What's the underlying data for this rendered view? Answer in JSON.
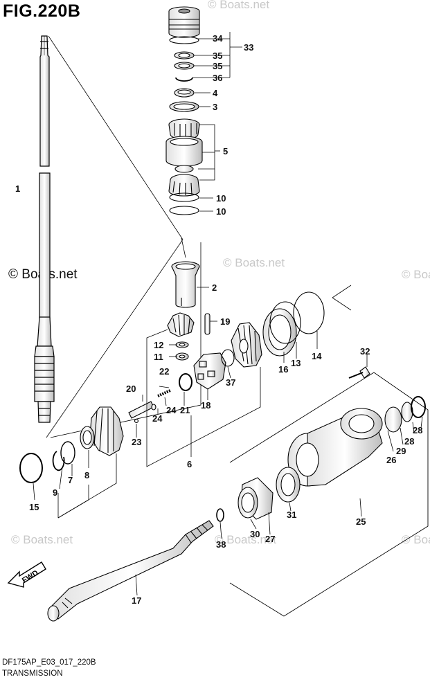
{
  "figure": {
    "title": "FIG.220B",
    "code": "DF175AP_E03_017_220B",
    "name": "TRANSMISSION",
    "direction_label": "FWD"
  },
  "watermark": {
    "text": "© Boats.net",
    "faded_text": "© Boats.net"
  },
  "callouts": [
    "1",
    "2",
    "3",
    "4",
    "5",
    "6",
    "7",
    "8",
    "9",
    "10",
    "10",
    "11",
    "12",
    "13",
    "14",
    "15",
    "16",
    "17",
    "18",
    "19",
    "20",
    "21",
    "22",
    "23",
    "24",
    "24",
    "25",
    "26",
    "27",
    "28",
    "28",
    "29",
    "30",
    "31",
    "32",
    "33",
    "34",
    "35",
    "35",
    "36",
    "37",
    "38"
  ]
}
